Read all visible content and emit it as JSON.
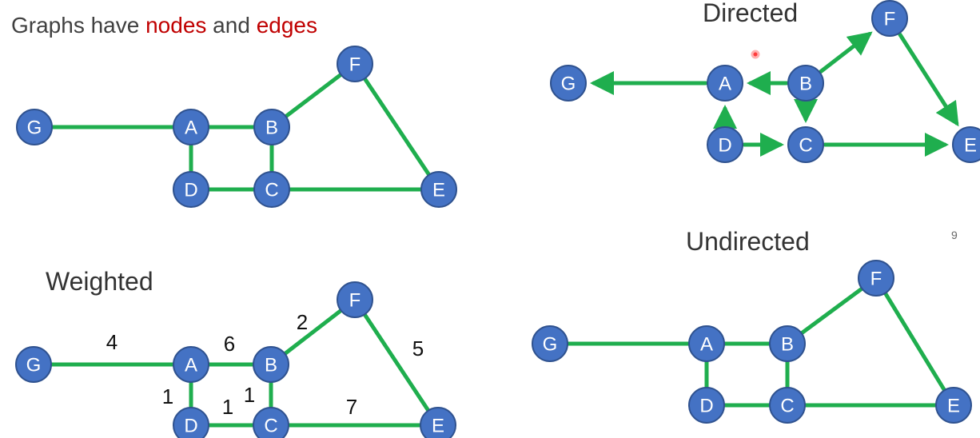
{
  "slide": {
    "title_prefix": "Graphs have ",
    "title_nodes": "nodes",
    "title_mid": " and ",
    "title_edges": "edges",
    "page_number": "9",
    "accent_color": "#c00000",
    "node_color": "#4472c4",
    "edge_color": "#1fae4e"
  },
  "graphs": {
    "plain": {
      "nodes": [
        "G",
        "A",
        "B",
        "F",
        "D",
        "C",
        "E"
      ],
      "edges": [
        [
          "G",
          "A"
        ],
        [
          "A",
          "B"
        ],
        [
          "B",
          "F"
        ],
        [
          "F",
          "E"
        ],
        [
          "A",
          "D"
        ],
        [
          "B",
          "C"
        ],
        [
          "D",
          "C"
        ],
        [
          "C",
          "E"
        ]
      ]
    },
    "directed": {
      "label": "Directed",
      "nodes": [
        "G",
        "A",
        "B",
        "F",
        "D",
        "C",
        "E"
      ],
      "edges": [
        [
          "A",
          "G"
        ],
        [
          "B",
          "A"
        ],
        [
          "B",
          "F"
        ],
        [
          "F",
          "E"
        ],
        [
          "D",
          "A"
        ],
        [
          "B",
          "C"
        ],
        [
          "D",
          "C"
        ],
        [
          "C",
          "E"
        ]
      ]
    },
    "undirected": {
      "label": "Undirected",
      "nodes": [
        "G",
        "A",
        "B",
        "F",
        "D",
        "C",
        "E"
      ],
      "edges": [
        [
          "G",
          "A"
        ],
        [
          "A",
          "B"
        ],
        [
          "B",
          "F"
        ],
        [
          "F",
          "E"
        ],
        [
          "A",
          "D"
        ],
        [
          "B",
          "C"
        ],
        [
          "D",
          "C"
        ],
        [
          "C",
          "E"
        ]
      ]
    },
    "weighted": {
      "label": "Weighted",
      "nodes": [
        "G",
        "A",
        "B",
        "F",
        "D",
        "C",
        "E"
      ],
      "edges": [
        {
          "from": "G",
          "to": "A",
          "weight": "4"
        },
        {
          "from": "A",
          "to": "B",
          "weight": "6"
        },
        {
          "from": "B",
          "to": "F",
          "weight": "2"
        },
        {
          "from": "F",
          "to": "E",
          "weight": "5"
        },
        {
          "from": "A",
          "to": "D",
          "weight": "1"
        },
        {
          "from": "D",
          "to": "C",
          "weight": "1"
        },
        {
          "from": "B",
          "to": "C",
          "weight": "1"
        },
        {
          "from": "C",
          "to": "E",
          "weight": "7"
        }
      ]
    }
  }
}
